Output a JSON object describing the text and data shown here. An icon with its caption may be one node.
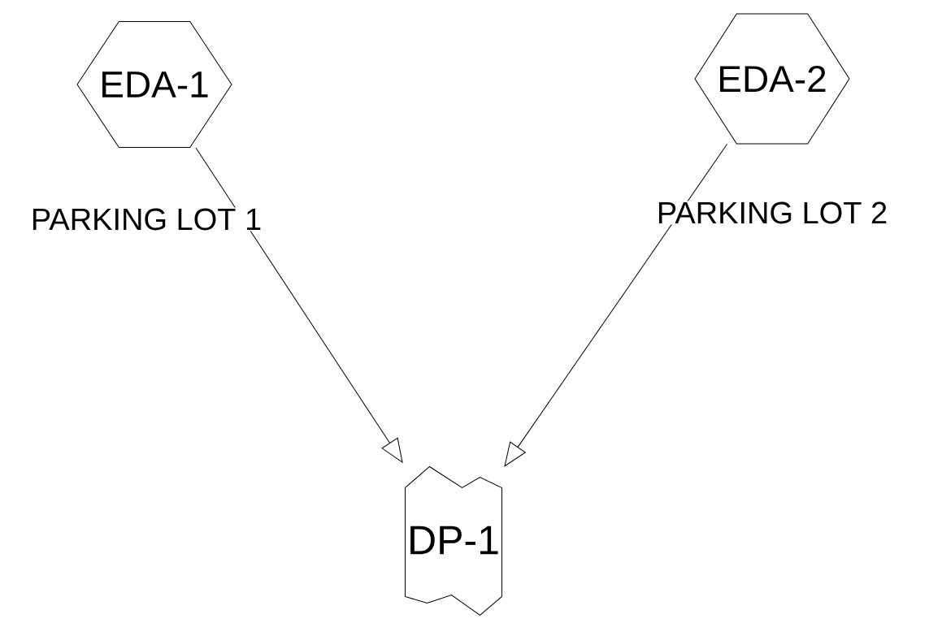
{
  "diagram": {
    "nodes": [
      {
        "text": [
          "EDA-1"
        ],
        "beside": [
          "PARKING LOT 1"
        ]
      },
      {
        "text": [
          "EDA-2"
        ],
        "beside": [
          "PARKING LOT 2"
        ]
      },
      {
        "text": [
          "DP-1"
        ]
      }
    ],
    "edges": [
      {
        "from": 0,
        "to": 2,
        "arrow": "to"
      },
      {
        "from": 1,
        "to": 2,
        "arrow": "to"
      }
    ]
  }
}
